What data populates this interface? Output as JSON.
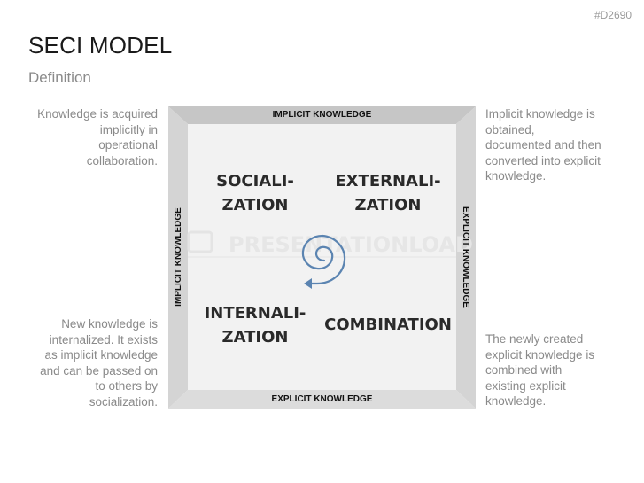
{
  "id_tag": "#D2690",
  "title": "SECI MODEL",
  "subtitle": "Definition",
  "notes": {
    "top_left": [
      "Knowledge is acquired",
      "implicitly in",
      "operational",
      "collaboration."
    ],
    "top_right": [
      "Implicit knowledge is",
      "obtained,",
      "documented and then",
      "converted into explicit",
      "knowledge."
    ],
    "bottom_left": [
      "New knowledge is",
      "internalized. It exists",
      "as implicit knowledge",
      "and can be passed on",
      "to others by",
      "socialization."
    ],
    "bottom_right": [
      "The newly created",
      "explicit knowledge is",
      "combined with",
      "existing explicit",
      "knowledge."
    ]
  },
  "edges": {
    "top": "IMPLICIT KNOWLEDGE",
    "bottom": "EXPLICIT KNOWLEDGE",
    "left": "IMPLICIT KNOWLEDGE",
    "right": "EXPLICIT KNOWLEDGE"
  },
  "quadrants": {
    "top_left": [
      "SOCIALI-",
      "ZATION"
    ],
    "top_right": [
      "EXTERNALI-",
      "ZATION"
    ],
    "bottom_left": [
      "INTERNALI-",
      "ZATION"
    ],
    "bottom_right": [
      "COMBINATION"
    ]
  },
  "watermark": "PRESENTATIONLOAD",
  "colors": {
    "frame_top": "#c6c6c6",
    "frame_side": "#d4d4d4",
    "frame_bottom": "#dcdcdc",
    "inner": "#f2f2f2",
    "spiral": "#5b84b1"
  },
  "icons": {
    "spiral": "spiral-arrow-icon"
  }
}
